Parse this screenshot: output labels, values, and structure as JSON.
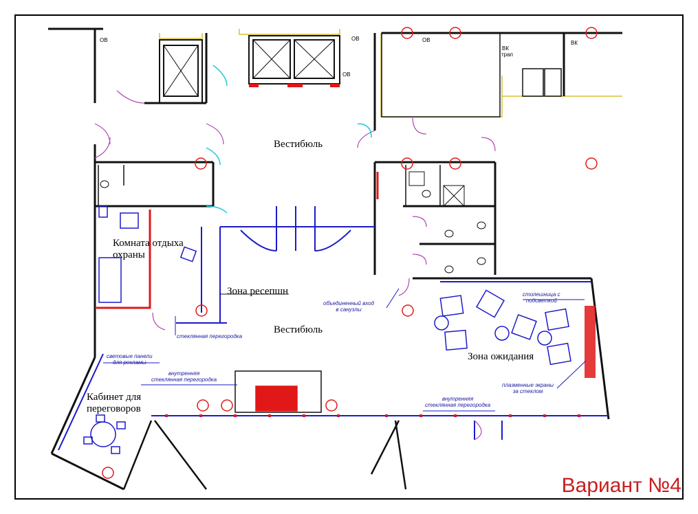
{
  "colors": {
    "wall": "#111111",
    "glass": "#1a1ac8",
    "door": "#b048b0",
    "fixture": "#e01818",
    "yellow": "#d8c030",
    "cyan": "#20c8d8",
    "red_text": "#c81e1e"
  },
  "rooms": {
    "vestibule_top": "Вестибюль",
    "vestibule_bottom": "Вестибюль",
    "guard_room": "Комната отдыха\nохраны",
    "reception": "Зона ресепшн",
    "waiting": "Зона ожидания",
    "meeting": "Кабинет для\nпереговоров"
  },
  "notes": {
    "combined_entrance": "объединенный вход\nв санузлы",
    "glass_partition": "стеклянная перегородка",
    "light_panels": "световые панели\nдля рекламы",
    "inner_glass_left": "внутренняя\nстеклянная перегородка",
    "inner_glass_right": "внутренняя\nстеклянная перегородка",
    "countertop": "столешница с\nподсветкой",
    "plasma": "плазменные экраны\nза стеклом"
  },
  "tags": {
    "ov1": "ОВ",
    "ov2": "ОВ",
    "ov3": "ОВ",
    "ov4": "ОВ",
    "vk1": "ВК",
    "trap": "трап",
    "vk2": "ВК"
  },
  "variant": "Вариант №4"
}
